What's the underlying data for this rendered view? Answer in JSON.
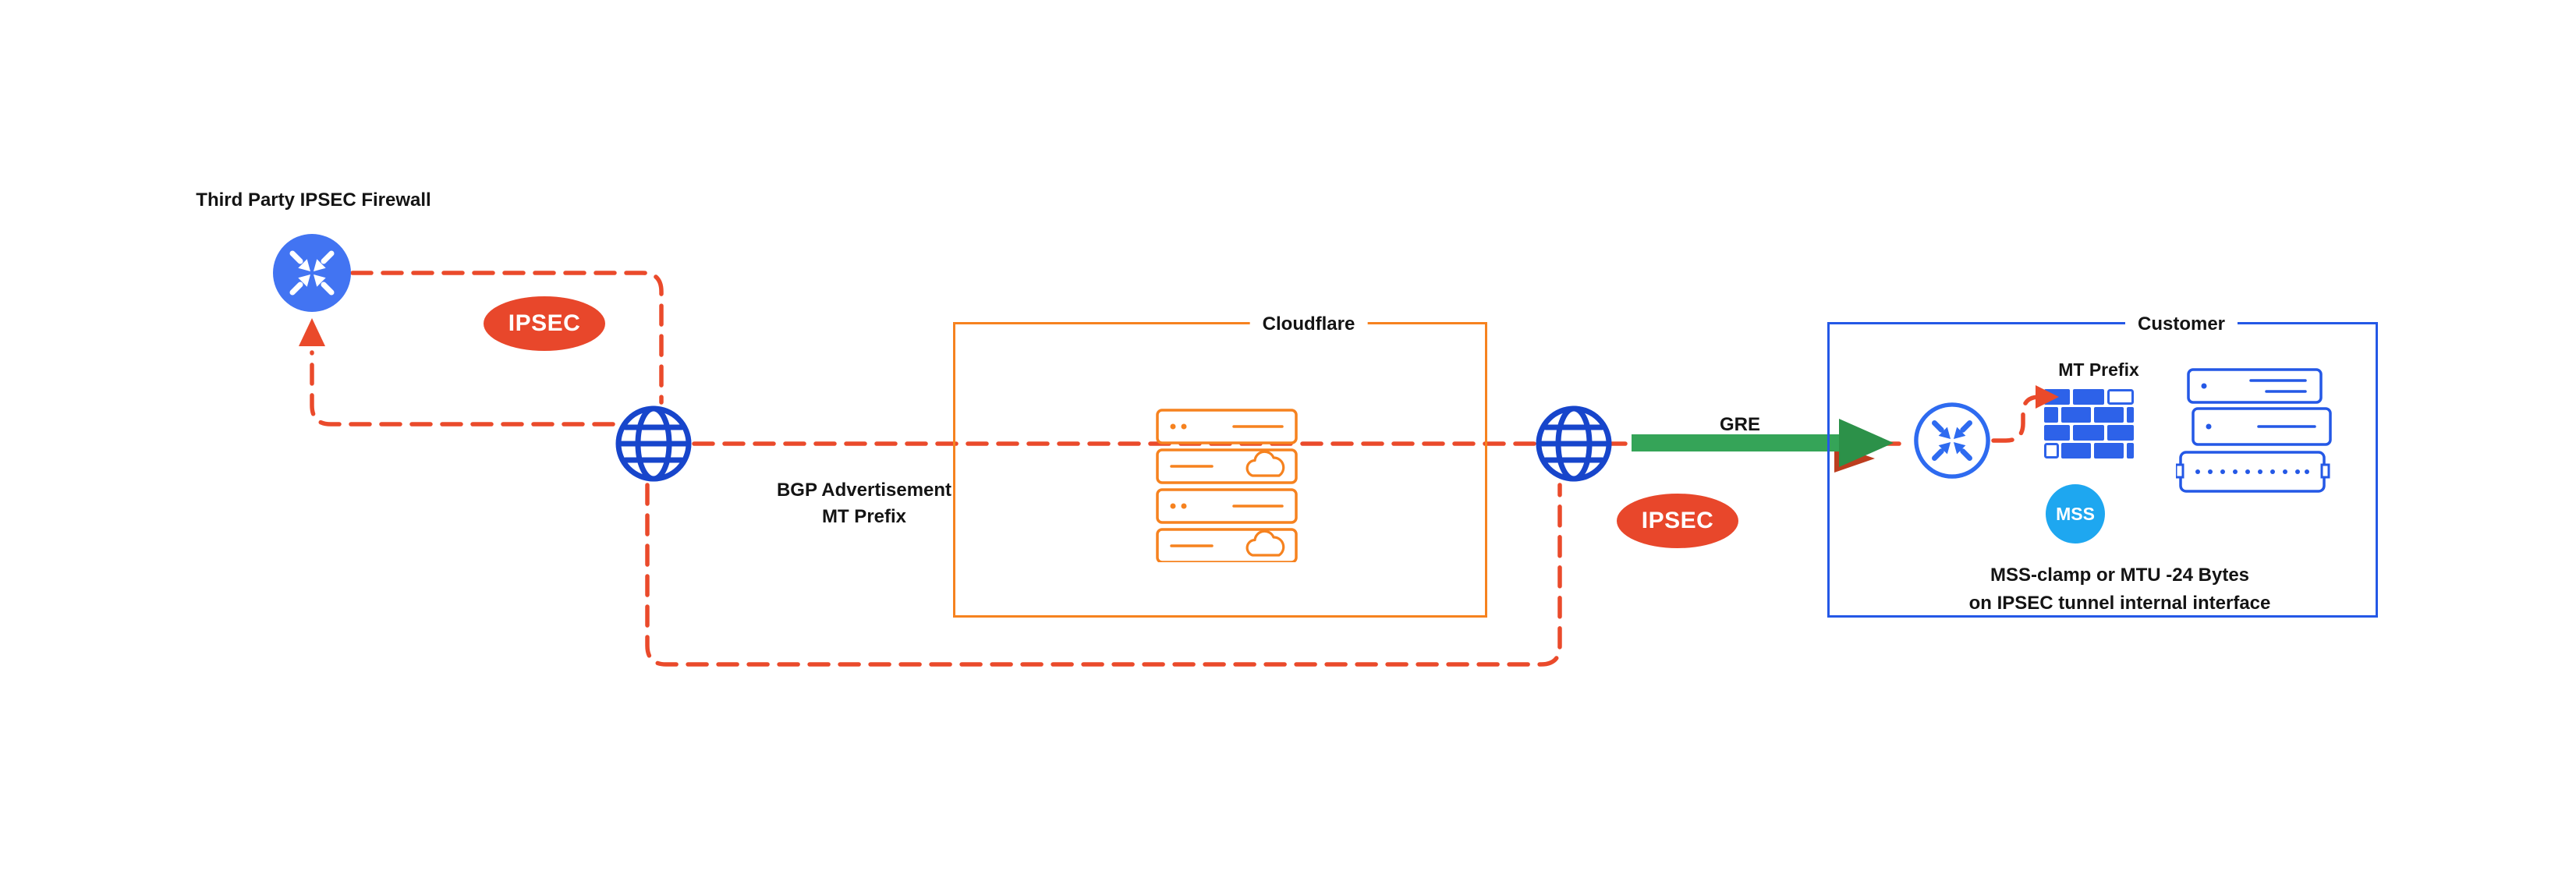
{
  "labels": {
    "third_party_firewall": "Third Party IPSEC Firewall",
    "bgp_advertisement_line1": "BGP Advertisement",
    "bgp_advertisement_line2": "MT Prefix",
    "gre": "GRE",
    "mt_prefix": "MT Prefix",
    "mss_note_line1": "MSS-clamp or MTU -24 Bytes",
    "mss_note_line2": "on IPSEC tunnel internal interface"
  },
  "badges": {
    "ipsec_left": "IPSEC",
    "ipsec_right": "IPSEC",
    "mss": "MSS"
  },
  "boxes": {
    "cloudflare_label": "Cloudflare",
    "customer_label": "Customer"
  },
  "icons": {
    "third_party_router": "router-icon",
    "internet_left": "globe-icon",
    "internet_right": "globe-icon",
    "cloudflare_servers": "server-stack-icon",
    "customer_router": "router-icon",
    "customer_firewall": "brick-wall-icon",
    "customer_servers": "server-stack-icon",
    "gre_flow": "arrow-right-icon",
    "return_flow": "arrow-up-icon",
    "mt_prefix_flow": "arrow-right-icon"
  },
  "colors": {
    "cloudflare_orange": "#F6821F",
    "tunnel_red": "#EA4A2B",
    "primary_blue": "#2458E6",
    "globe_blue": "#1745CB",
    "router_blue": "#4274F2",
    "mss_blue": "#1EA7F0",
    "gre_green": "#35A458",
    "text": "#141414"
  }
}
